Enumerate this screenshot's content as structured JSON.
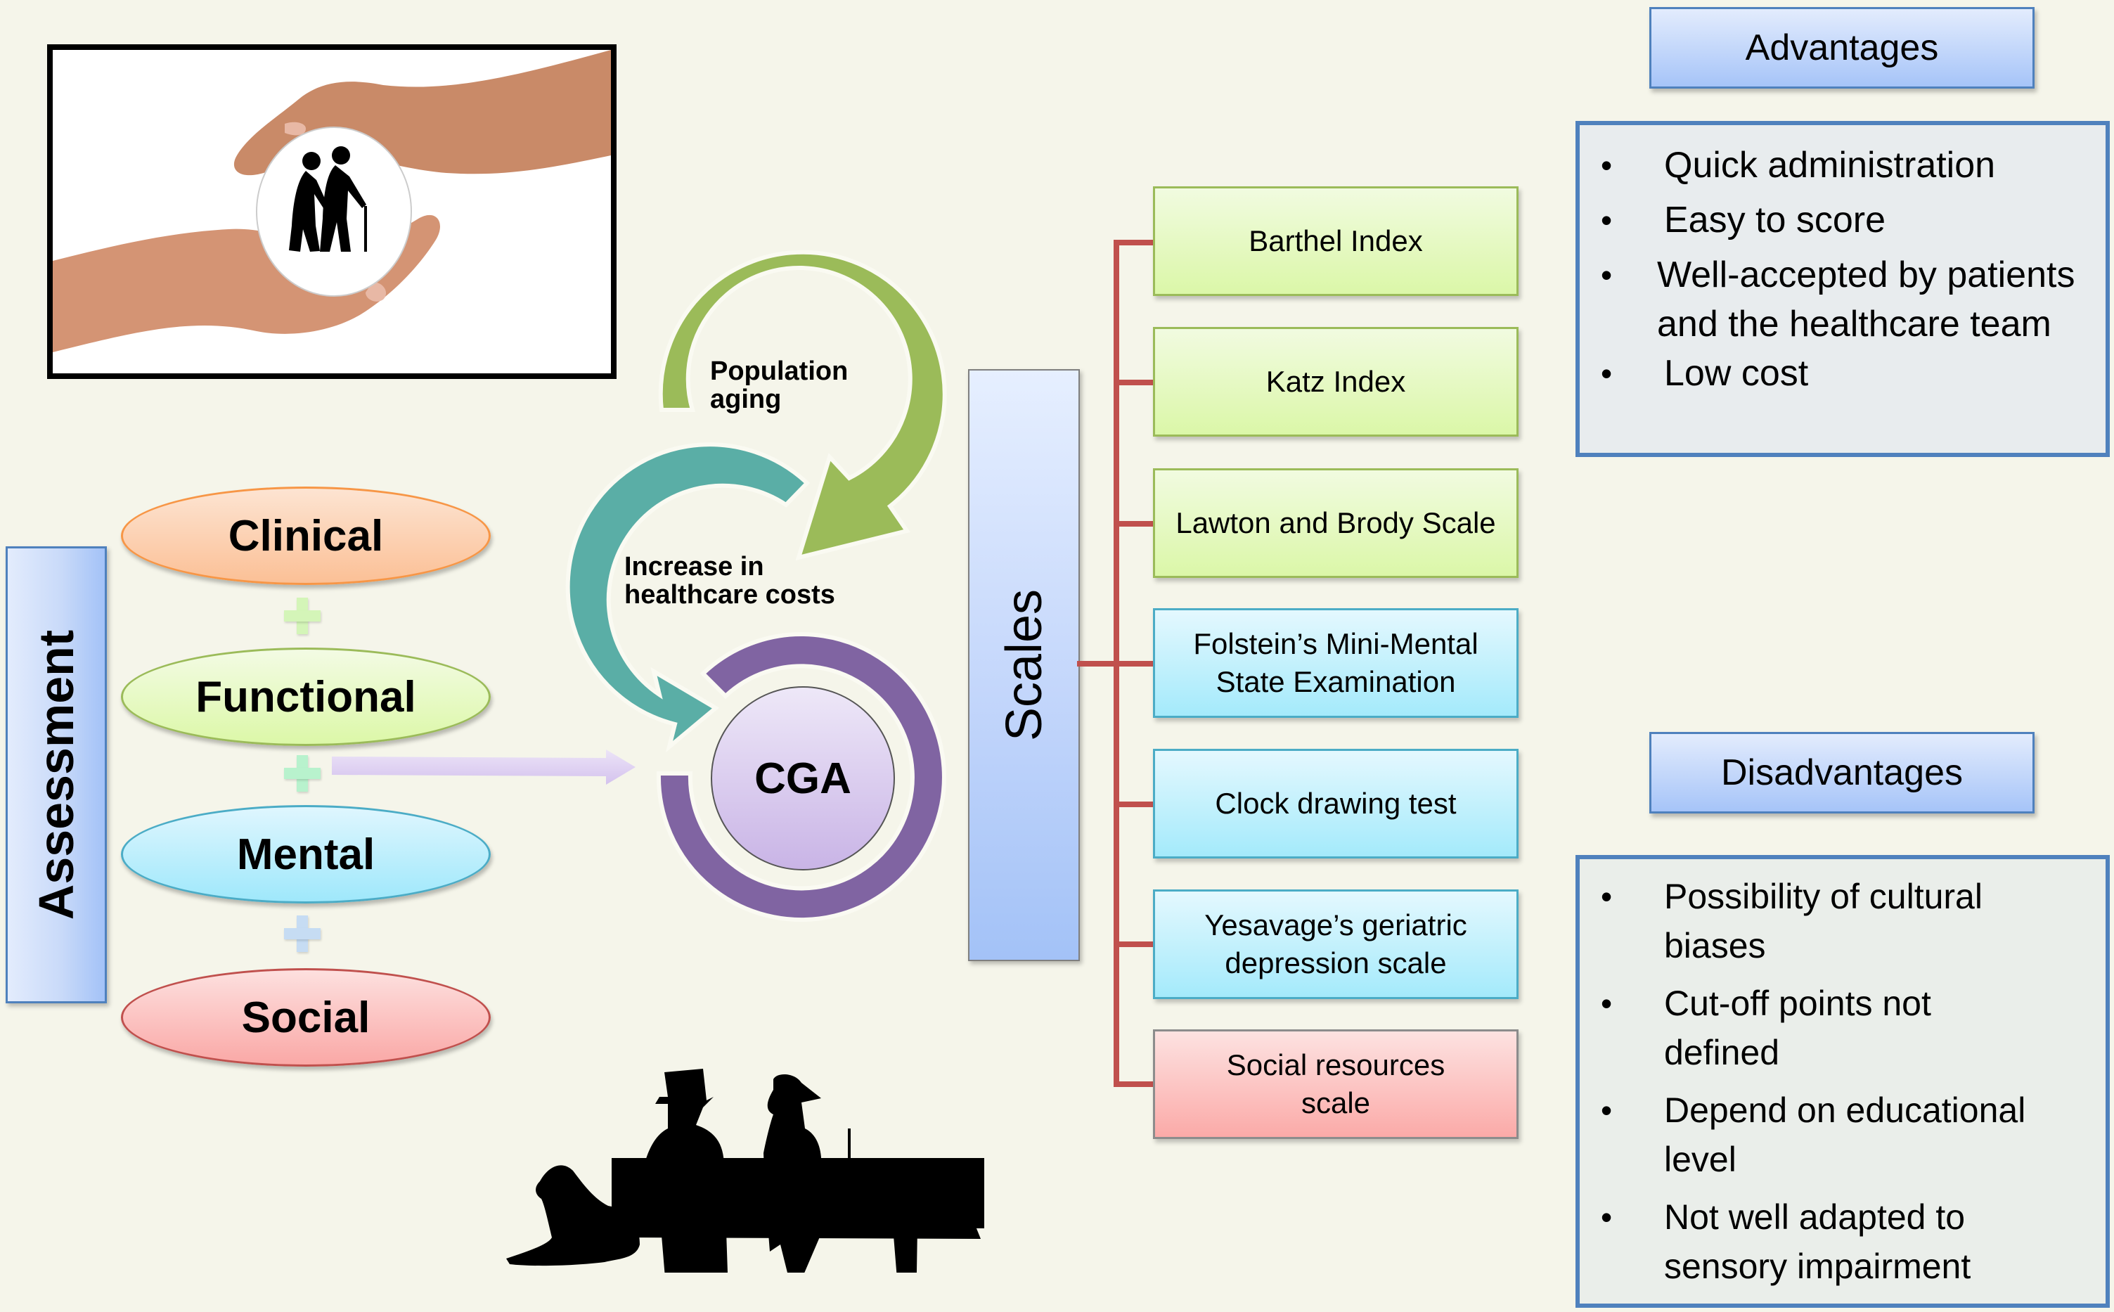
{
  "photo": {
    "alt": "hands protecting elderly couple"
  },
  "assessment": {
    "title": "Assessment",
    "domains": [
      "Clinical",
      "Functional",
      "Mental",
      "Social"
    ]
  },
  "cycle": {
    "step1": "Population aging",
    "step1_lines": [
      "Population",
      "aging"
    ],
    "step2_lines": [
      "Increase in",
      "healthcare costs"
    ],
    "center": "CGA"
  },
  "scales": {
    "title": "Scales",
    "items": [
      {
        "label": "Barthel Index",
        "category": "functional"
      },
      {
        "label": "Katz Index",
        "category": "functional"
      },
      {
        "label": "Lawton and Brody Scale",
        "category": "functional"
      },
      {
        "label": "Folstein’s Mini-Mental State Examination",
        "category": "mental"
      },
      {
        "label": "Clock drawing test",
        "category": "mental"
      },
      {
        "label": "Yesavage’s geriatric depression scale",
        "category": "mental"
      },
      {
        "label": "Social resources scale",
        "category": "social"
      }
    ]
  },
  "advantages": {
    "title": "Advantages",
    "items": [
      "Quick administration",
      "Easy to score",
      "Well-accepted by patients and the healthcare team",
      "Low cost"
    ]
  },
  "disadvantages": {
    "title": "Disadvantages",
    "items": [
      "Possibility of cultural biases",
      "Cut-off points not defined",
      "Depend on educational level",
      "Not well adapted to sensory impairment"
    ]
  },
  "colors": {
    "background": "#f5f5ea",
    "accent_blue": "#4f81bd",
    "cycle_green": "#9bbb59",
    "cycle_teal": "#5aaea6",
    "cycle_purple": "#8064a2",
    "connector_red": "#c0504d"
  }
}
